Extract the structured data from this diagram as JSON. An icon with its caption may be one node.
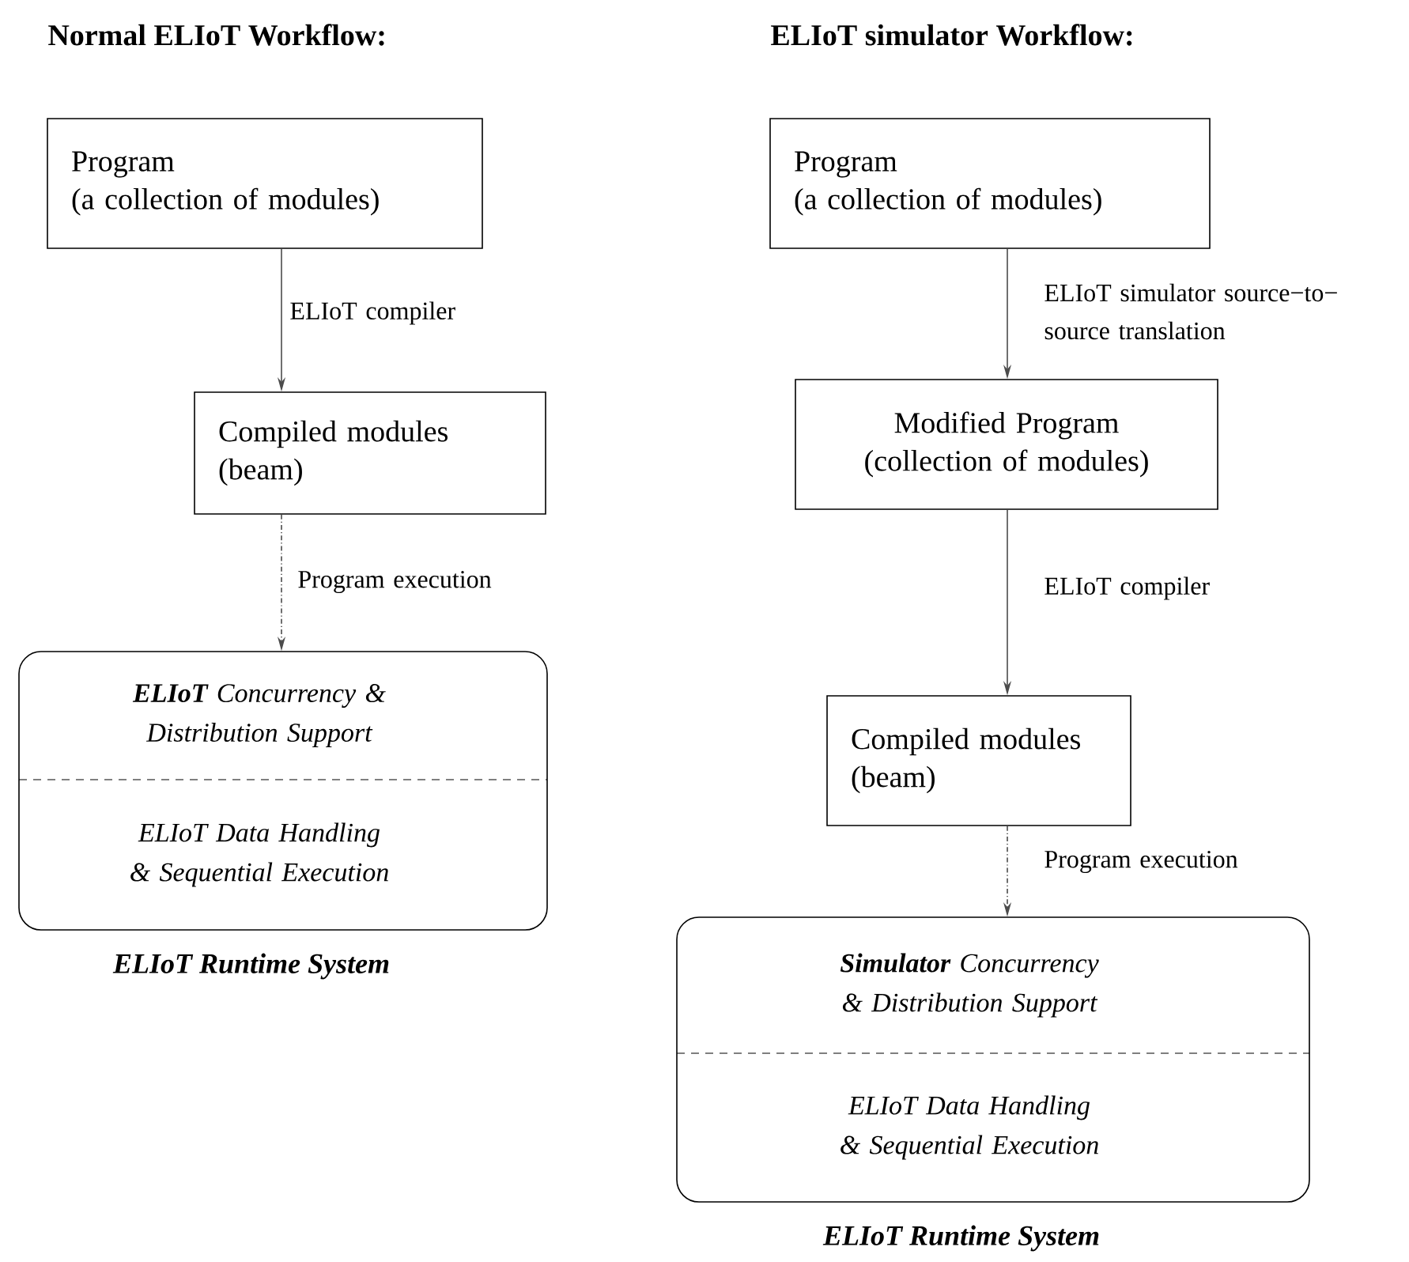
{
  "diagram": {
    "nodes": [
      {
        "text": [
          "Program",
          "(a collection of modules)"
        ]
      },
      {
        "text": [
          "Compiled modules",
          "(beam)"
        ]
      },
      {
        "text": [
          "ELIoT Runtime System"
        ]
      },
      {
        "text": [
          "**ELIoT** Concurrency & Distribution Support"
        ],
        "in": 2
      },
      {
        "text": [
          "ELIoT Data Handling & Sequential Execution"
        ],
        "in": 2
      },
      {
        "text": [
          "Program",
          "(a collection of modules)"
        ]
      },
      {
        "text": [
          "Modified Program",
          "(collection of modules)"
        ]
      },
      {
        "text": [
          "Compiled modules",
          "(beam)"
        ]
      },
      {
        "text": [
          "ELIoT Runtime System"
        ]
      },
      {
        "text": [
          "**Simulator** Concurrency & Distribution Support"
        ],
        "in": 8
      },
      {
        "text": [
          "ELIoT Data Handling & Sequential Execution"
        ],
        "in": 8
      }
    ],
    "edges": [
      {
        "from": 0,
        "to": 1,
        "arrow": "to",
        "label": "ELIoT compiler"
      },
      {
        "from": 1,
        "to": 2,
        "arrow": "to",
        "label": "Program execution",
        "style": "dashed"
      },
      {
        "from": 5,
        "to": 6,
        "arrow": "to",
        "label": "ELIoT simulator source−to−source translation"
      },
      {
        "from": 6,
        "to": 7,
        "arrow": "to",
        "label": "ELIoT compiler"
      },
      {
        "from": 7,
        "to": 8,
        "arrow": "to",
        "label": "Program execution",
        "style": "dashed"
      }
    ],
    "labels": [
      "Normal ELIoT Workflow:",
      "ELIoT simulator Workflow:"
    ]
  }
}
